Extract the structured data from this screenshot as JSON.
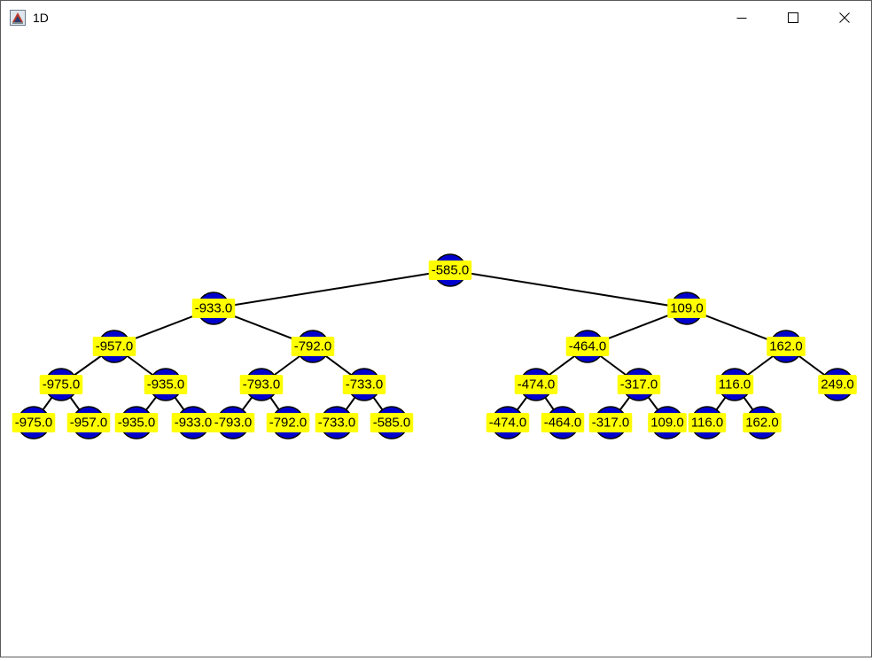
{
  "window": {
    "title": "1D",
    "controls": {
      "minimize": "minimize-icon",
      "maximize": "maximize-icon",
      "close": "close-icon"
    }
  },
  "tree": {
    "node_fill": "#0000cc",
    "label_bg": "#ffff00",
    "edge_color": "#000000",
    "root": "n0",
    "nodes": {
      "n0": {
        "label": "-585.0",
        "children": [
          "n1",
          "n2"
        ]
      },
      "n1": {
        "label": "-933.0",
        "children": [
          "n3",
          "n4"
        ]
      },
      "n2": {
        "label": "109.0",
        "children": [
          "n5",
          "n6"
        ]
      },
      "n3": {
        "label": "-957.0",
        "children": [
          "n7",
          "n8"
        ]
      },
      "n4": {
        "label": "-792.0",
        "children": [
          "n9",
          "n10"
        ]
      },
      "n5": {
        "label": "-464.0",
        "children": [
          "n11",
          "n12"
        ]
      },
      "n6": {
        "label": "162.0",
        "children": [
          "n13",
          "n14"
        ]
      },
      "n7": {
        "label": "-975.0",
        "children": [
          "n15",
          "n16"
        ]
      },
      "n8": {
        "label": "-935.0",
        "children": [
          "n17",
          "n18"
        ]
      },
      "n9": {
        "label": "-793.0",
        "children": [
          "n19",
          "n20"
        ]
      },
      "n10": {
        "label": "-733.0",
        "children": [
          "n21",
          "n22"
        ]
      },
      "n11": {
        "label": "-474.0",
        "children": [
          "n23",
          "n24"
        ]
      },
      "n12": {
        "label": "-317.0",
        "children": [
          "n25",
          "n26"
        ]
      },
      "n13": {
        "label": "116.0",
        "children": [
          "n27",
          "n28"
        ]
      },
      "n14": {
        "label": "249.0",
        "children": []
      },
      "n15": {
        "label": "-975.0",
        "children": []
      },
      "n16": {
        "label": "-957.0",
        "children": []
      },
      "n17": {
        "label": "-935.0",
        "children": []
      },
      "n18": {
        "label": "-933.0",
        "children": []
      },
      "n19": {
        "label": "-793.0",
        "children": []
      },
      "n20": {
        "label": "-792.0",
        "children": []
      },
      "n21": {
        "label": "-733.0",
        "children": []
      },
      "n22": {
        "label": "-585.0",
        "children": []
      },
      "n23": {
        "label": "-474.0",
        "children": []
      },
      "n24": {
        "label": "-464.0",
        "children": []
      },
      "n25": {
        "label": "-317.0",
        "children": []
      },
      "n26": {
        "label": "109.0",
        "children": []
      },
      "n27": {
        "label": "116.0",
        "children": []
      },
      "n28": {
        "label": "162.0",
        "children": []
      }
    }
  }
}
